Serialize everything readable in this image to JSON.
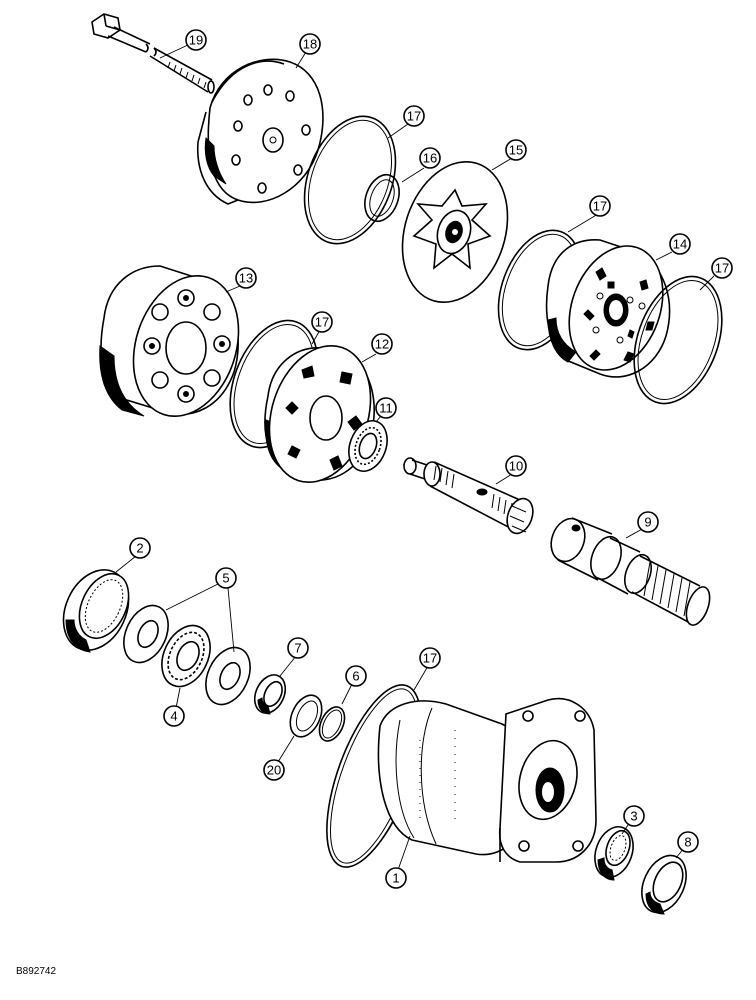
{
  "figure_ref": "B892742",
  "callouts": [
    {
      "id": "c19",
      "label": "19"
    },
    {
      "id": "c18",
      "label": "18"
    },
    {
      "id": "c17a",
      "label": "17"
    },
    {
      "id": "c16",
      "label": "16"
    },
    {
      "id": "c15",
      "label": "15"
    },
    {
      "id": "c17b",
      "label": "17"
    },
    {
      "id": "c14",
      "label": "14"
    },
    {
      "id": "c17c",
      "label": "17"
    },
    {
      "id": "c13",
      "label": "13"
    },
    {
      "id": "c17d",
      "label": "17"
    },
    {
      "id": "c12",
      "label": "12"
    },
    {
      "id": "c11",
      "label": "11"
    },
    {
      "id": "c10",
      "label": "10"
    },
    {
      "id": "c9",
      "label": "9"
    },
    {
      "id": "c2",
      "label": "2"
    },
    {
      "id": "c5",
      "label": "5"
    },
    {
      "id": "c4",
      "label": "4"
    },
    {
      "id": "c7",
      "label": "7"
    },
    {
      "id": "c6",
      "label": "6"
    },
    {
      "id": "c17e",
      "label": "17"
    },
    {
      "id": "c20",
      "label": "20"
    },
    {
      "id": "c1",
      "label": "1"
    },
    {
      "id": "c3",
      "label": "3"
    },
    {
      "id": "c8",
      "label": "8"
    }
  ]
}
